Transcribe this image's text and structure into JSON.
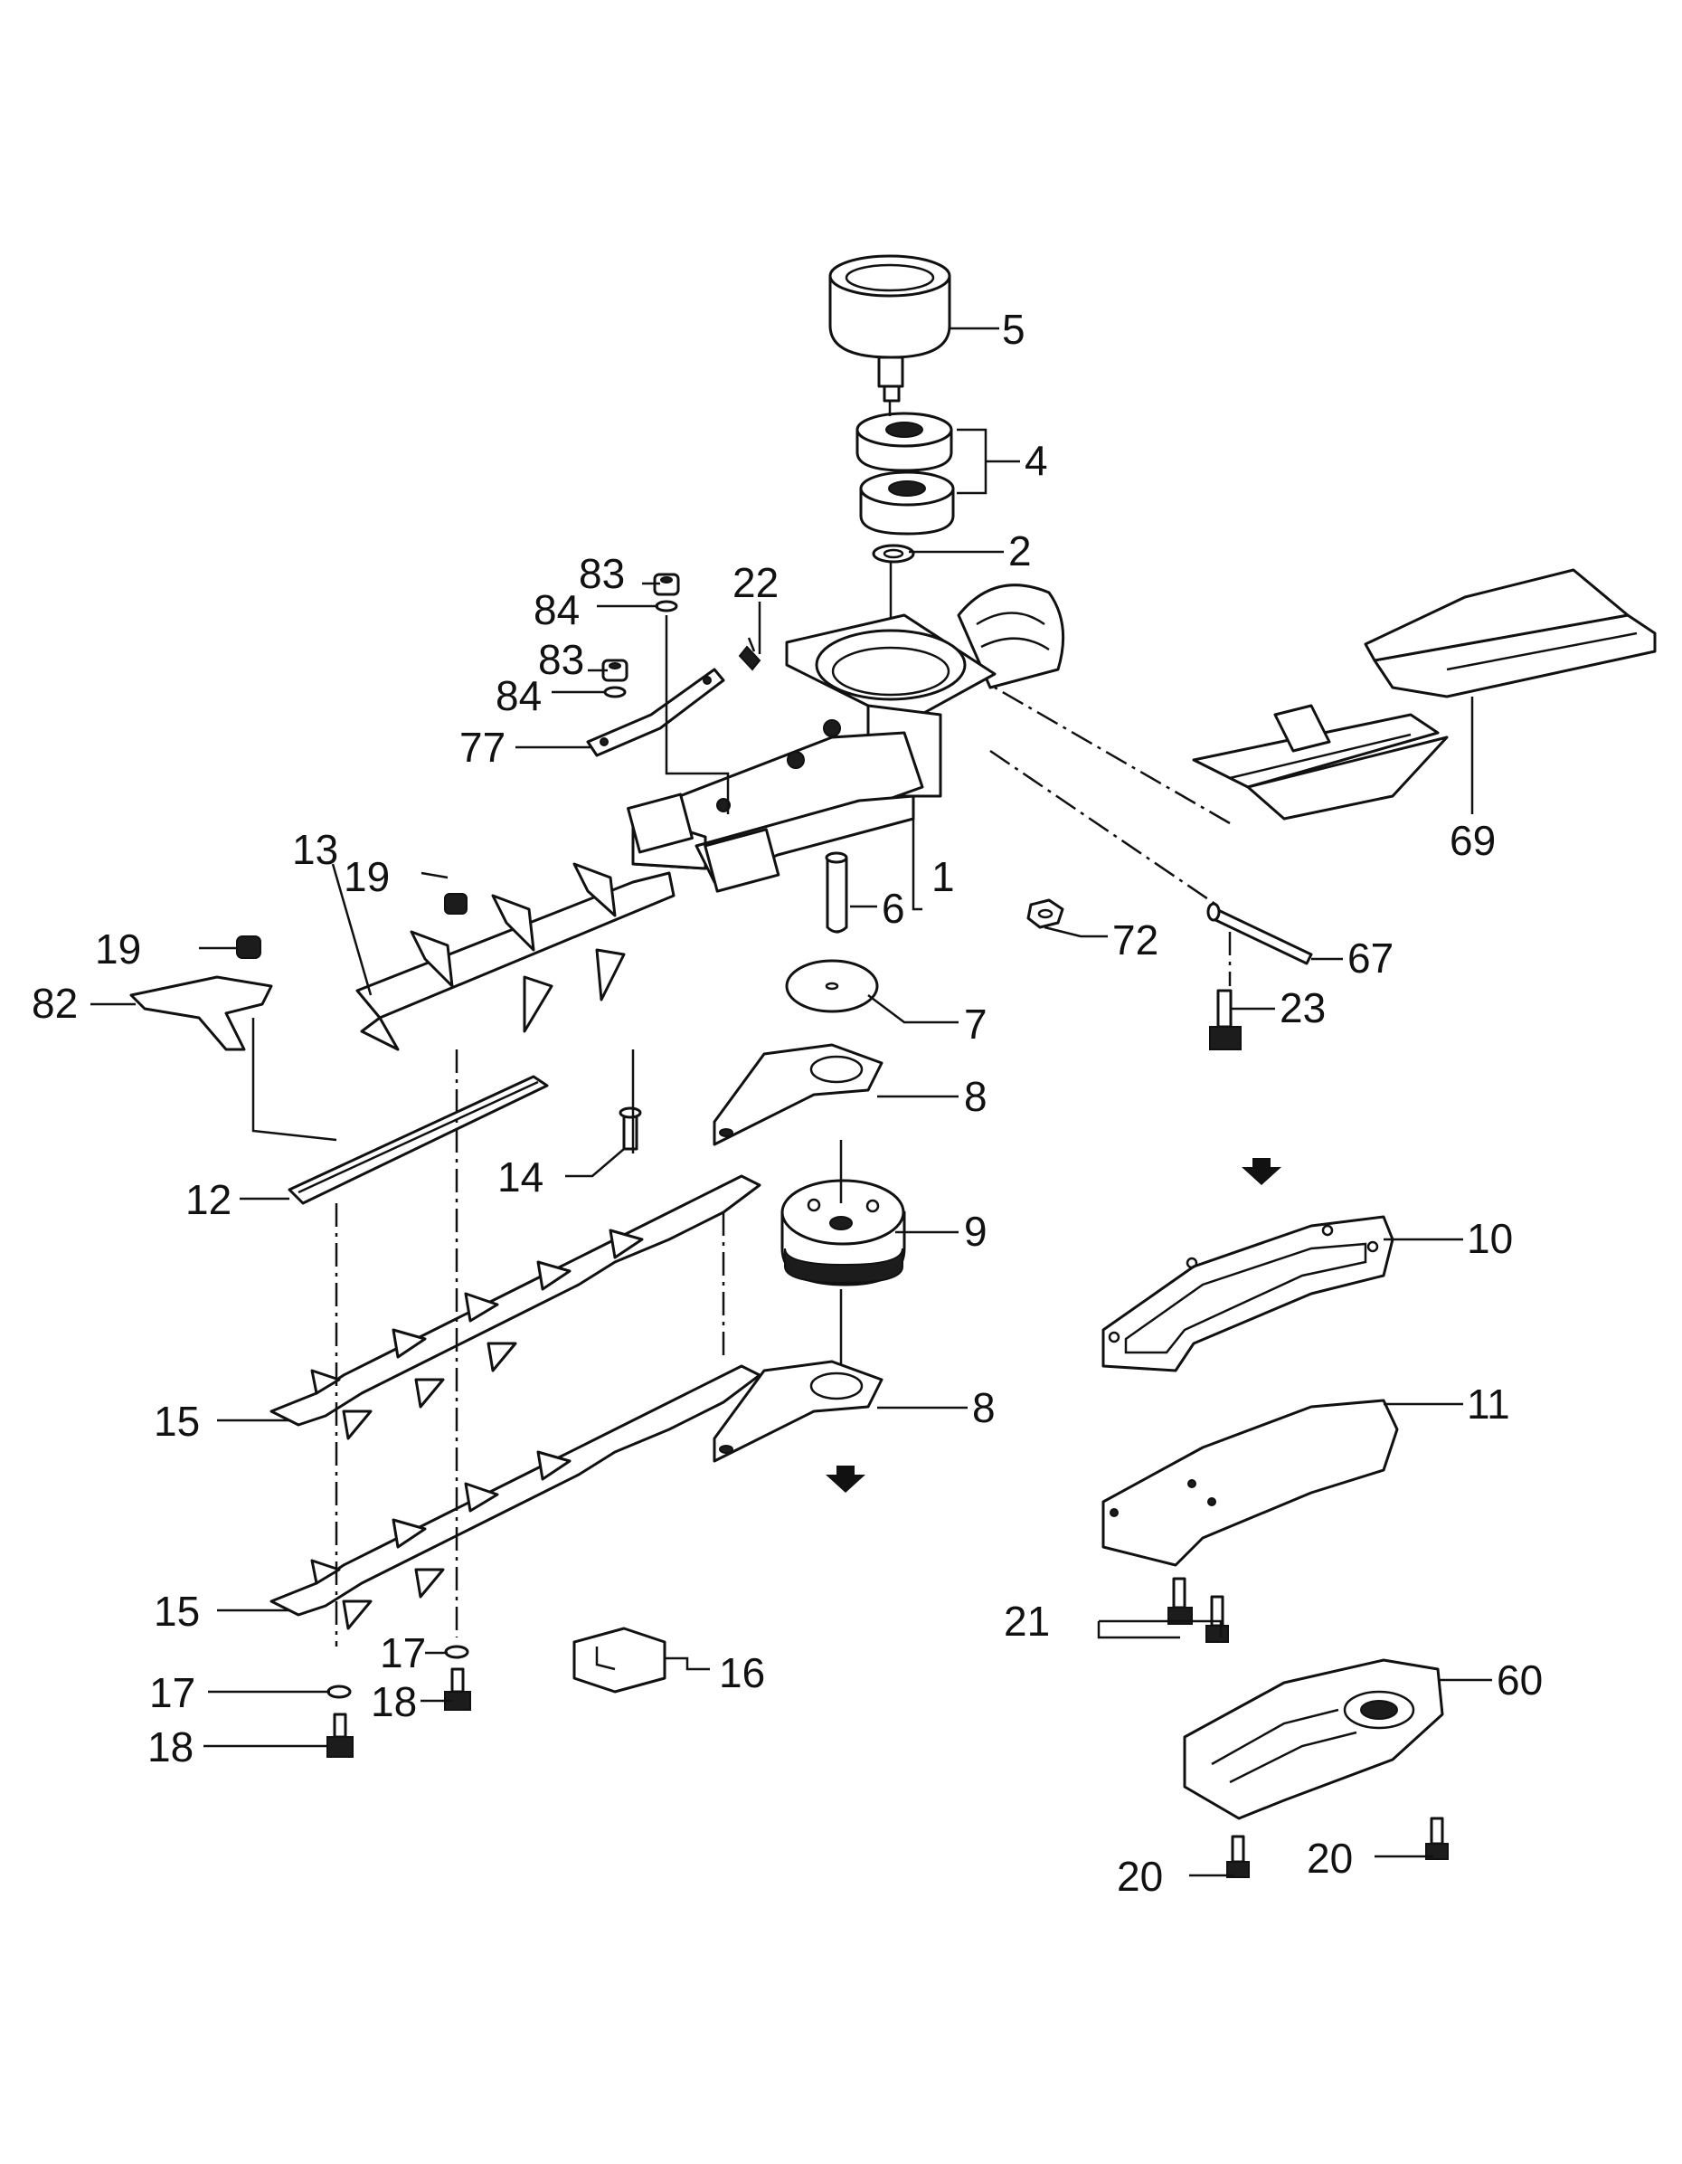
{
  "labels": {
    "p1": "1",
    "p2": "2",
    "p4": "4",
    "p5": "5",
    "p6": "6",
    "p7": "7",
    "p8a": "8",
    "p8b": "8",
    "p9": "9",
    "p10": "10",
    "p11": "11",
    "p12": "12",
    "p13": "13",
    "p14": "14",
    "p15a": "15",
    "p15b": "15",
    "p16": "16",
    "p17a": "17",
    "p17b": "17",
    "p18a": "18",
    "p18b": "18",
    "p19a": "19",
    "p19b": "19",
    "p20a": "20",
    "p20b": "20",
    "p21": "21",
    "p22": "22",
    "p23": "23",
    "p60": "60",
    "p67": "67",
    "p69": "69",
    "p72": "72",
    "p77": "77",
    "p82": "82",
    "p83a": "83",
    "p83b": "83",
    "p84a": "84",
    "p84b": "84"
  },
  "icons": {
    "arrow_top": "down-arrow-icon",
    "arrow_mid": "down-arrow-icon"
  }
}
